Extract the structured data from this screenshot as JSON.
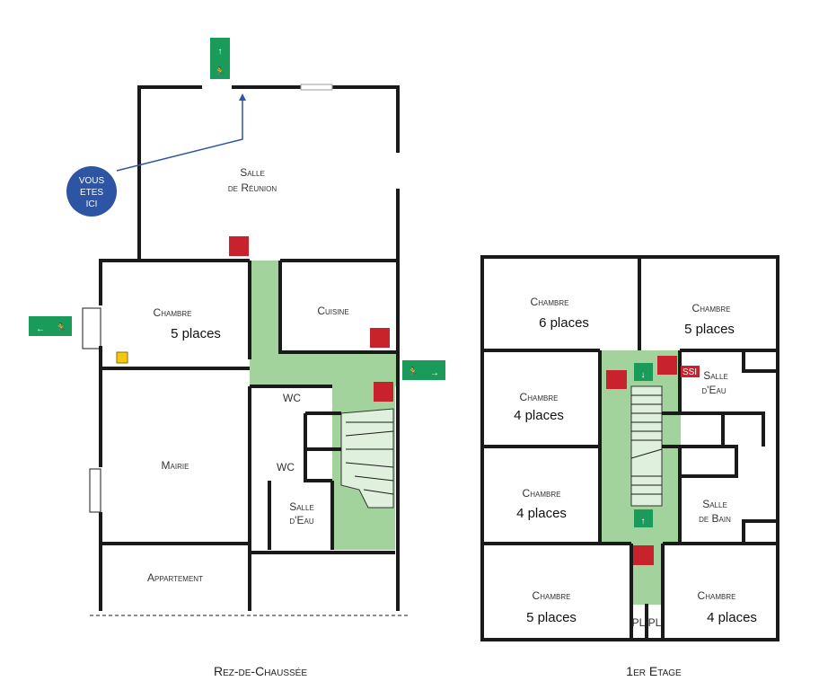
{
  "ground_floor": {
    "caption": "Rez-de-Chaussée",
    "you_are_here": [
      "VOUS",
      "ETES",
      "ICI"
    ],
    "rooms": {
      "salle_reunion": [
        "Salle",
        "de Réunion"
      ],
      "chambre": [
        "Chambre",
        "5 places"
      ],
      "cuisine": "Cuisine",
      "wc1": "WC",
      "wc2": "WC",
      "salle_eau": [
        "Salle",
        "d'Eau"
      ],
      "mairie": "Mairie",
      "appartement": "Appartement"
    }
  },
  "first_floor": {
    "caption": "1er Etage",
    "ssi_label": "SSI",
    "rooms": {
      "chambre_nw": [
        "Chambre",
        "6 places"
      ],
      "chambre_ne": [
        "Chambre",
        "5 places"
      ],
      "chambre_w1": [
        "Chambre",
        "4 places"
      ],
      "chambre_w2": [
        "Chambre",
        "4 places"
      ],
      "chambre_sw": [
        "Chambre",
        "5 places"
      ],
      "chambre_se": [
        "Chambre",
        "4 places"
      ],
      "salle_eau": [
        "Salle",
        "d'Eau"
      ],
      "salle_bain": [
        "Salle",
        "de Bain"
      ],
      "pl1": "PL",
      "pl2": "PL"
    }
  },
  "colors": {
    "exit": "#1a9b5a",
    "fire": "#c8222d",
    "corridor": "#a3d39c",
    "you_are_here": "#2e55a3"
  }
}
